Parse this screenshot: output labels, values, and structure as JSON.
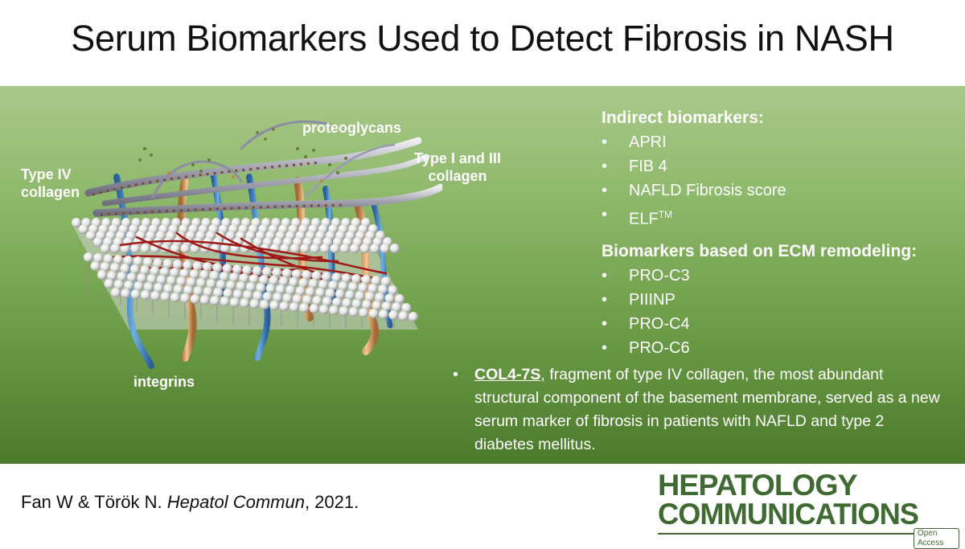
{
  "title": "Serum Biomarkers Used to Detect Fibrosis in NASH",
  "illustration": {
    "labels": {
      "type4": [
        "Type IV",
        "collagen"
      ],
      "proteoglycans": "proteoglycans",
      "type13": [
        "Type I and III",
        "collagen"
      ],
      "integrins": "integrins"
    }
  },
  "indirect": {
    "heading": "Indirect biomarkers:",
    "items": [
      "APRI",
      "FIB 4",
      "NAFLD Fibrosis score"
    ],
    "elf_base": "ELF",
    "elf_sup": "TM"
  },
  "ecm": {
    "heading": "Biomarkers based on ECM remodeling:",
    "items": [
      "PRO-C3",
      "PIIINP",
      "PRO-C4",
      "PRO-C6"
    ]
  },
  "note": {
    "bullet": "•",
    "acronym": "COL4-7S",
    "text": ", fragment of type IV collagen, the most abundant structural component of the basement membrane, served as a new serum marker of fibrosis in patients with NAFLD and type 2 diabetes mellitus."
  },
  "citation": {
    "authors": "Fan W & Török N. ",
    "journal": "Hepatol Commun",
    "year": ", 2021."
  },
  "logo": {
    "line1": "HEPATOLOGY",
    "line2": "COMMUNICATIONS",
    "badge": "Open Access"
  },
  "colors": {
    "band_top": "#a9c98a",
    "band_bottom": "#4c7a2c",
    "logo_green": "#3f6b32",
    "collagen_red": "#a01818",
    "integrin_blue": "#3a7ec0",
    "integrin_tan": "#d9a46a"
  }
}
